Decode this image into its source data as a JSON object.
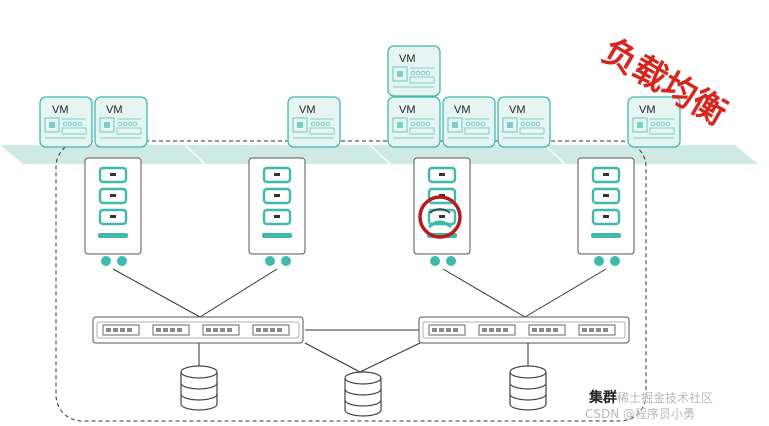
{
  "title_annotation": "负载均衡",
  "cluster_label": "集群",
  "vm_label": "VM",
  "watermarks": [
    "稀土掘金技术社区",
    "CSDN @程序员小勇"
  ],
  "colors": {
    "teal": "#3fb8ad",
    "teal_light": "#cfe9e4",
    "teal_fill": "#e7f5f2",
    "alert_red": "#b71c1c",
    "annotation_red": "#d8261e",
    "line": "#333333"
  },
  "icons": {
    "vm": "vm-chip-icon",
    "server": "server-rack-icon",
    "switch": "network-switch-icon",
    "database": "database-icon",
    "overload": "overload-circle-icon"
  },
  "counts": {
    "vms_on_band": 7,
    "vms_stacked": 1,
    "servers": 4,
    "switches": 2,
    "databases": 3,
    "overloaded_server": 3
  }
}
